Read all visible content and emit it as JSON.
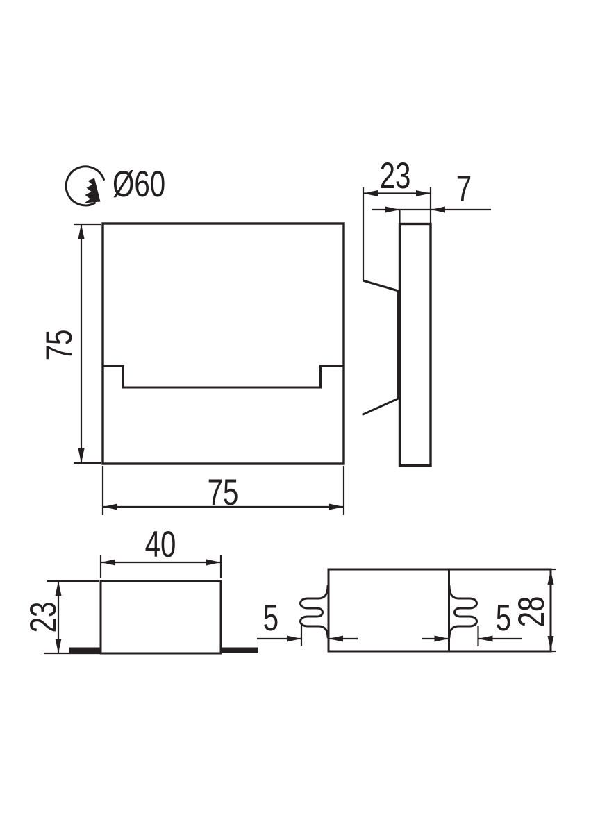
{
  "drill_hole": {
    "diameter_label": "Ø60"
  },
  "front_view": {
    "height_label": "75",
    "width_label": "75"
  },
  "side_view": {
    "depth_label": "23",
    "faceplate_thickness_label": "7"
  },
  "recess_view": {
    "width_label": "40",
    "height_label": "23"
  },
  "clip_view": {
    "left_offset_label": "5",
    "right_offset_label": "5",
    "height_label": "28"
  },
  "colors": {
    "line": "#231f20",
    "background": "#ffffff"
  }
}
